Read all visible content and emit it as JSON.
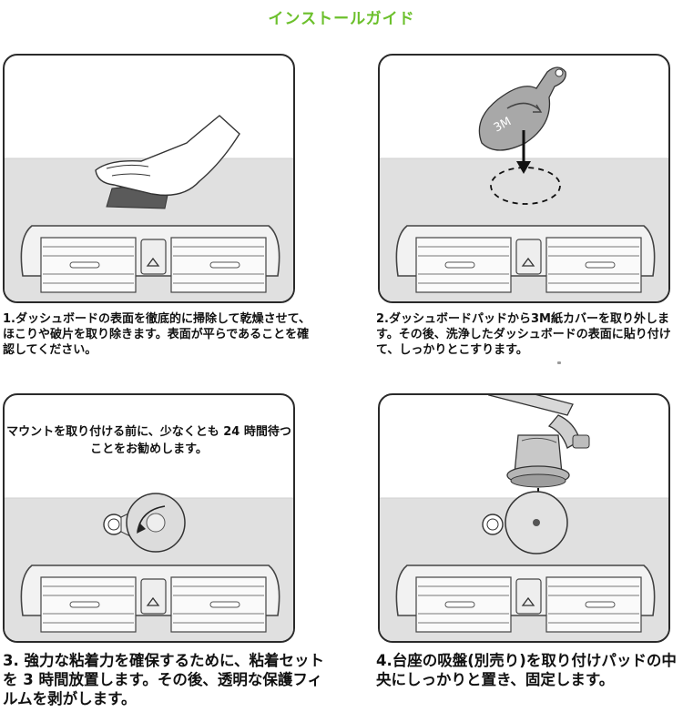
{
  "title": "インストールガイド",
  "accent_color": "#6cc02c",
  "steps": [
    {
      "caption": "1.ダッシュボードの表面を徹底的に掃除して乾燥させて、ほこりや破片を取り除きます。表面が平らであることを確認してください。"
    },
    {
      "caption": "2.ダッシュボードパッドから3M紙カバーを取り外します。その後、洗浄したダッシュボードの表面に貼り付けて、しっかりとこすります。",
      "pad_label": "3M"
    },
    {
      "caption": "3. 強力な粘着力を確保するために、粘着セットを 3 時間放置します。その後、透明な保護フィルムを剥がします。",
      "note": "マウントを取り付ける前に、少なくとも 24 時間待つことをお勧めします。"
    },
    {
      "caption": "4.台座の吸盤(別売り)を取り付けパッドの中央にしっかりと置き、固定します。"
    }
  ]
}
